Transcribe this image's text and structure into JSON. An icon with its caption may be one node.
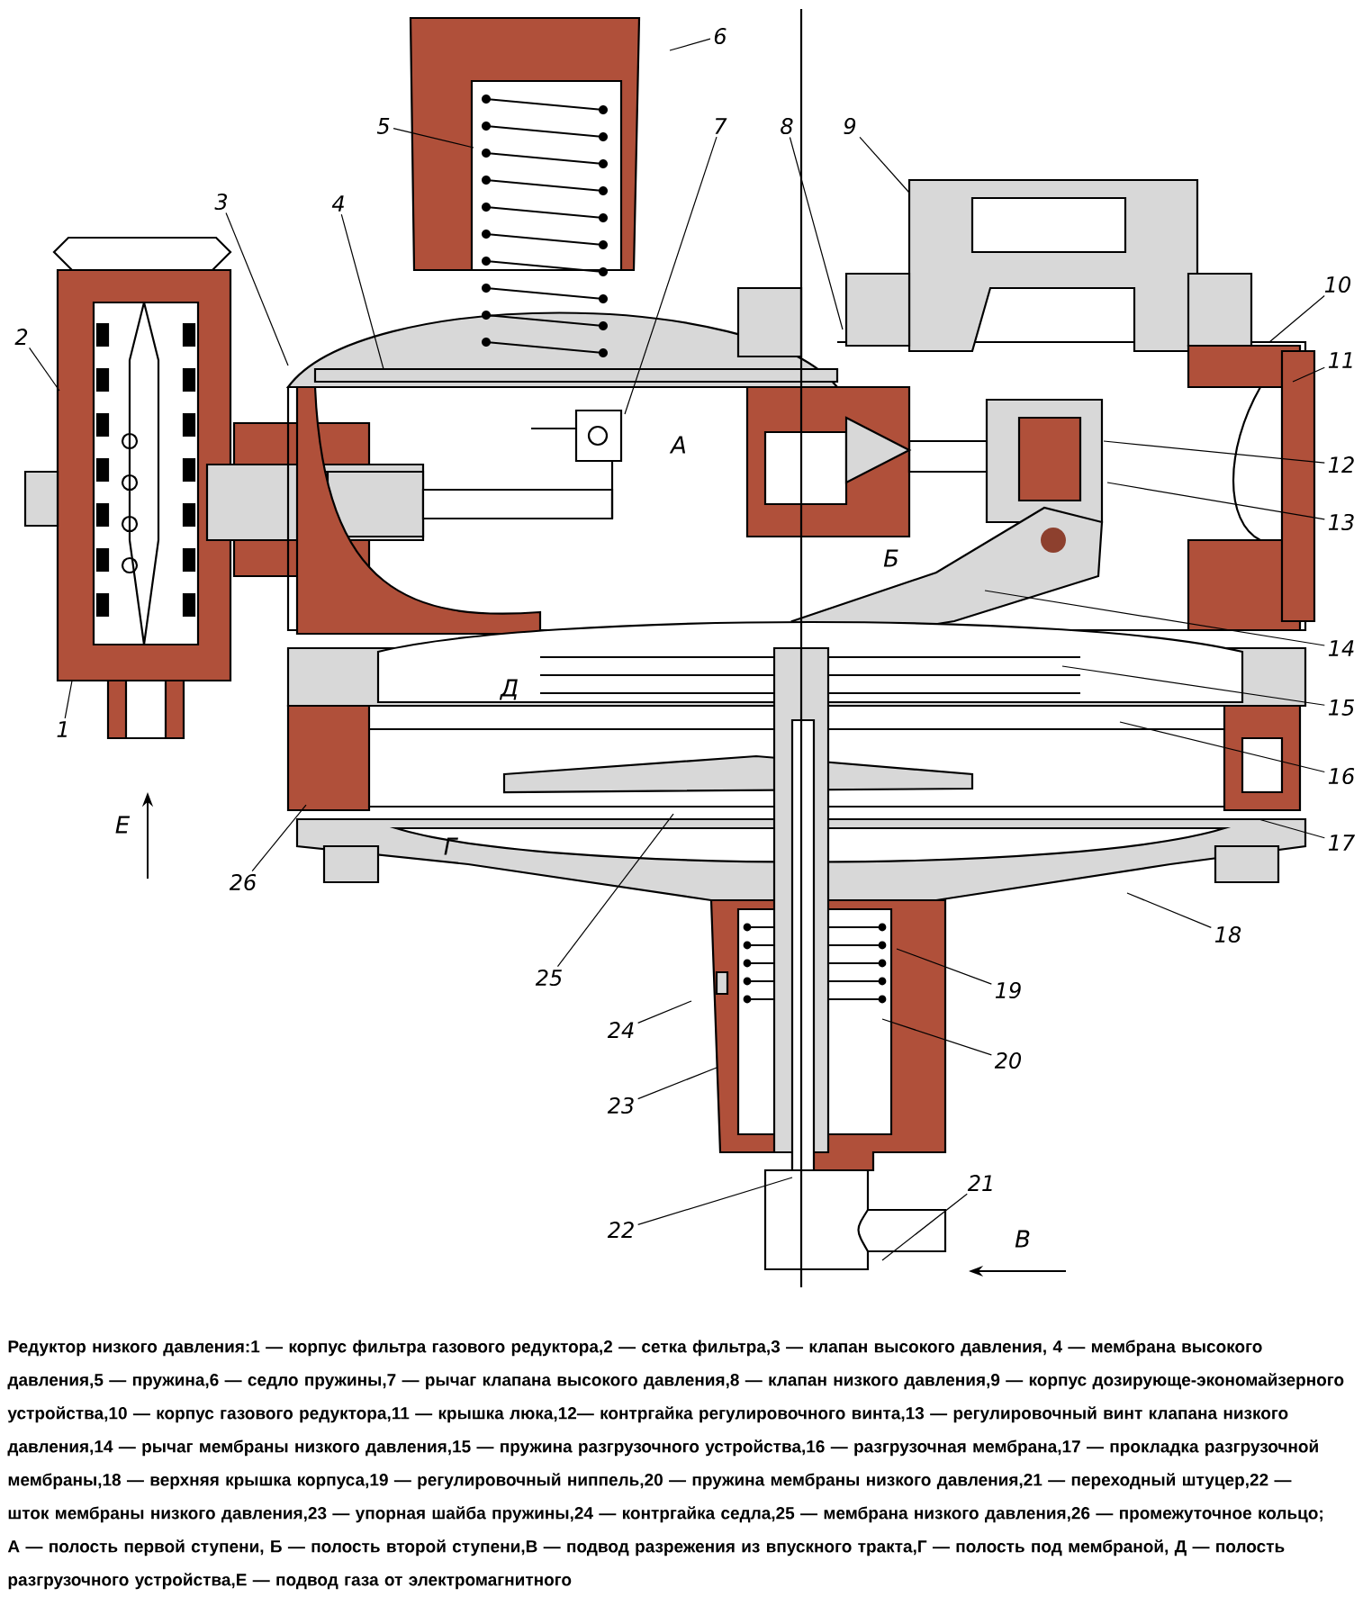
{
  "diagram": {
    "caption": "Редуктор низкого давления:1 — корпус фильтра газового редуктора,2 — сетка фильтра,3 — клапан высокого давления, 4 — мембрана высокого давления,5 — пружина,6 — седло пружины,7 — рычаг клапана высокого давления,8 — клапан низкого давления,9 — корпус дозирующе-экономайзерного устройства,10 — корпус газового редуктора,11 — крышка люка,12— контргайка регулировочного винта,13 — регулировочный винт клапана низкого давления,14 — рычаг мембраны низкого давления,15 — пружина разгрузочного устройства,16 — разгрузочная мембрана,17 — прокладка разгрузочной мембраны,18 — верхняя крышка корпуса,19 — регулировочный ниппель,20 — пружина мембраны низкого давления,21 — переходный штуцер,22 — шток мембраны низкого давления,23 — упорная шайба пружины,24 — контргайка седла,25 — мембрана низкого давления,26 — промежуточное кольцо; А — полость первой ступени, Б — полость второй ступени,В — подвод разрежения из впускного тракта,Г — полость под мембраной, Д — полость разгрузочного устройства,Е — подвод газа от электромагнитного",
    "nodes": [
      {
        "text": [
          "1"
        ]
      },
      {
        "text": [
          "2"
        ]
      },
      {
        "text": [
          "3"
        ]
      },
      {
        "text": [
          "4"
        ]
      },
      {
        "text": [
          "5"
        ]
      },
      {
        "text": [
          "6"
        ]
      },
      {
        "text": [
          "7"
        ]
      },
      {
        "text": [
          "8"
        ]
      },
      {
        "text": [
          "9"
        ]
      },
      {
        "text": [
          "10"
        ]
      },
      {
        "text": [
          "11"
        ]
      },
      {
        "text": [
          "12"
        ]
      },
      {
        "text": [
          "13"
        ]
      },
      {
        "text": [
          "14"
        ]
      },
      {
        "text": [
          "15"
        ]
      },
      {
        "text": [
          "16"
        ]
      },
      {
        "text": [
          "17"
        ]
      },
      {
        "text": [
          "18"
        ]
      },
      {
        "text": [
          "19"
        ]
      },
      {
        "text": [
          "20"
        ]
      },
      {
        "text": [
          "21"
        ]
      },
      {
        "text": [
          "22"
        ]
      },
      {
        "text": [
          "23"
        ]
      },
      {
        "text": [
          "24"
        ]
      },
      {
        "text": [
          "25"
        ]
      },
      {
        "text": [
          "26"
        ]
      }
    ],
    "edges": [
      {
        "from": 0,
        "to": null,
        "arrow": "none"
      },
      {
        "from": 1,
        "to": null,
        "arrow": "none"
      },
      {
        "from": 2,
        "to": null,
        "arrow": "none"
      },
      {
        "from": 3,
        "to": null,
        "arrow": "none"
      },
      {
        "from": 4,
        "to": null,
        "arrow": "none"
      },
      {
        "from": 5,
        "to": null,
        "arrow": "none"
      },
      {
        "from": 6,
        "to": null,
        "arrow": "none"
      },
      {
        "from": 7,
        "to": null,
        "arrow": "none"
      },
      {
        "from": 8,
        "to": null,
        "arrow": "none"
      },
      {
        "from": 9,
        "to": null,
        "arrow": "none"
      },
      {
        "from": 10,
        "to": null,
        "arrow": "none"
      },
      {
        "from": 11,
        "to": null,
        "arrow": "none"
      },
      {
        "from": 12,
        "to": null,
        "arrow": "none"
      },
      {
        "from": 13,
        "to": null,
        "arrow": "none"
      },
      {
        "from": 14,
        "to": null,
        "arrow": "none"
      },
      {
        "from": 15,
        "to": null,
        "arrow": "none"
      },
      {
        "from": 16,
        "to": null,
        "arrow": "none"
      },
      {
        "from": 17,
        "to": null,
        "arrow": "none"
      },
      {
        "from": 18,
        "to": null,
        "arrow": "none"
      },
      {
        "from": 19,
        "to": null,
        "arrow": "none"
      },
      {
        "from": 20,
        "to": null,
        "arrow": "none"
      },
      {
        "from": 21,
        "to": null,
        "arrow": "none"
      },
      {
        "from": 22,
        "to": null,
        "arrow": "none"
      },
      {
        "from": 23,
        "to": null,
        "arrow": "none"
      },
      {
        "from": 24,
        "to": null,
        "arrow": "none"
      },
      {
        "from": 25,
        "to": null,
        "arrow": "none"
      }
    ],
    "labels": [
      "А",
      "Б",
      "Д",
      "Е",
      "Г",
      "В"
    ]
  }
}
